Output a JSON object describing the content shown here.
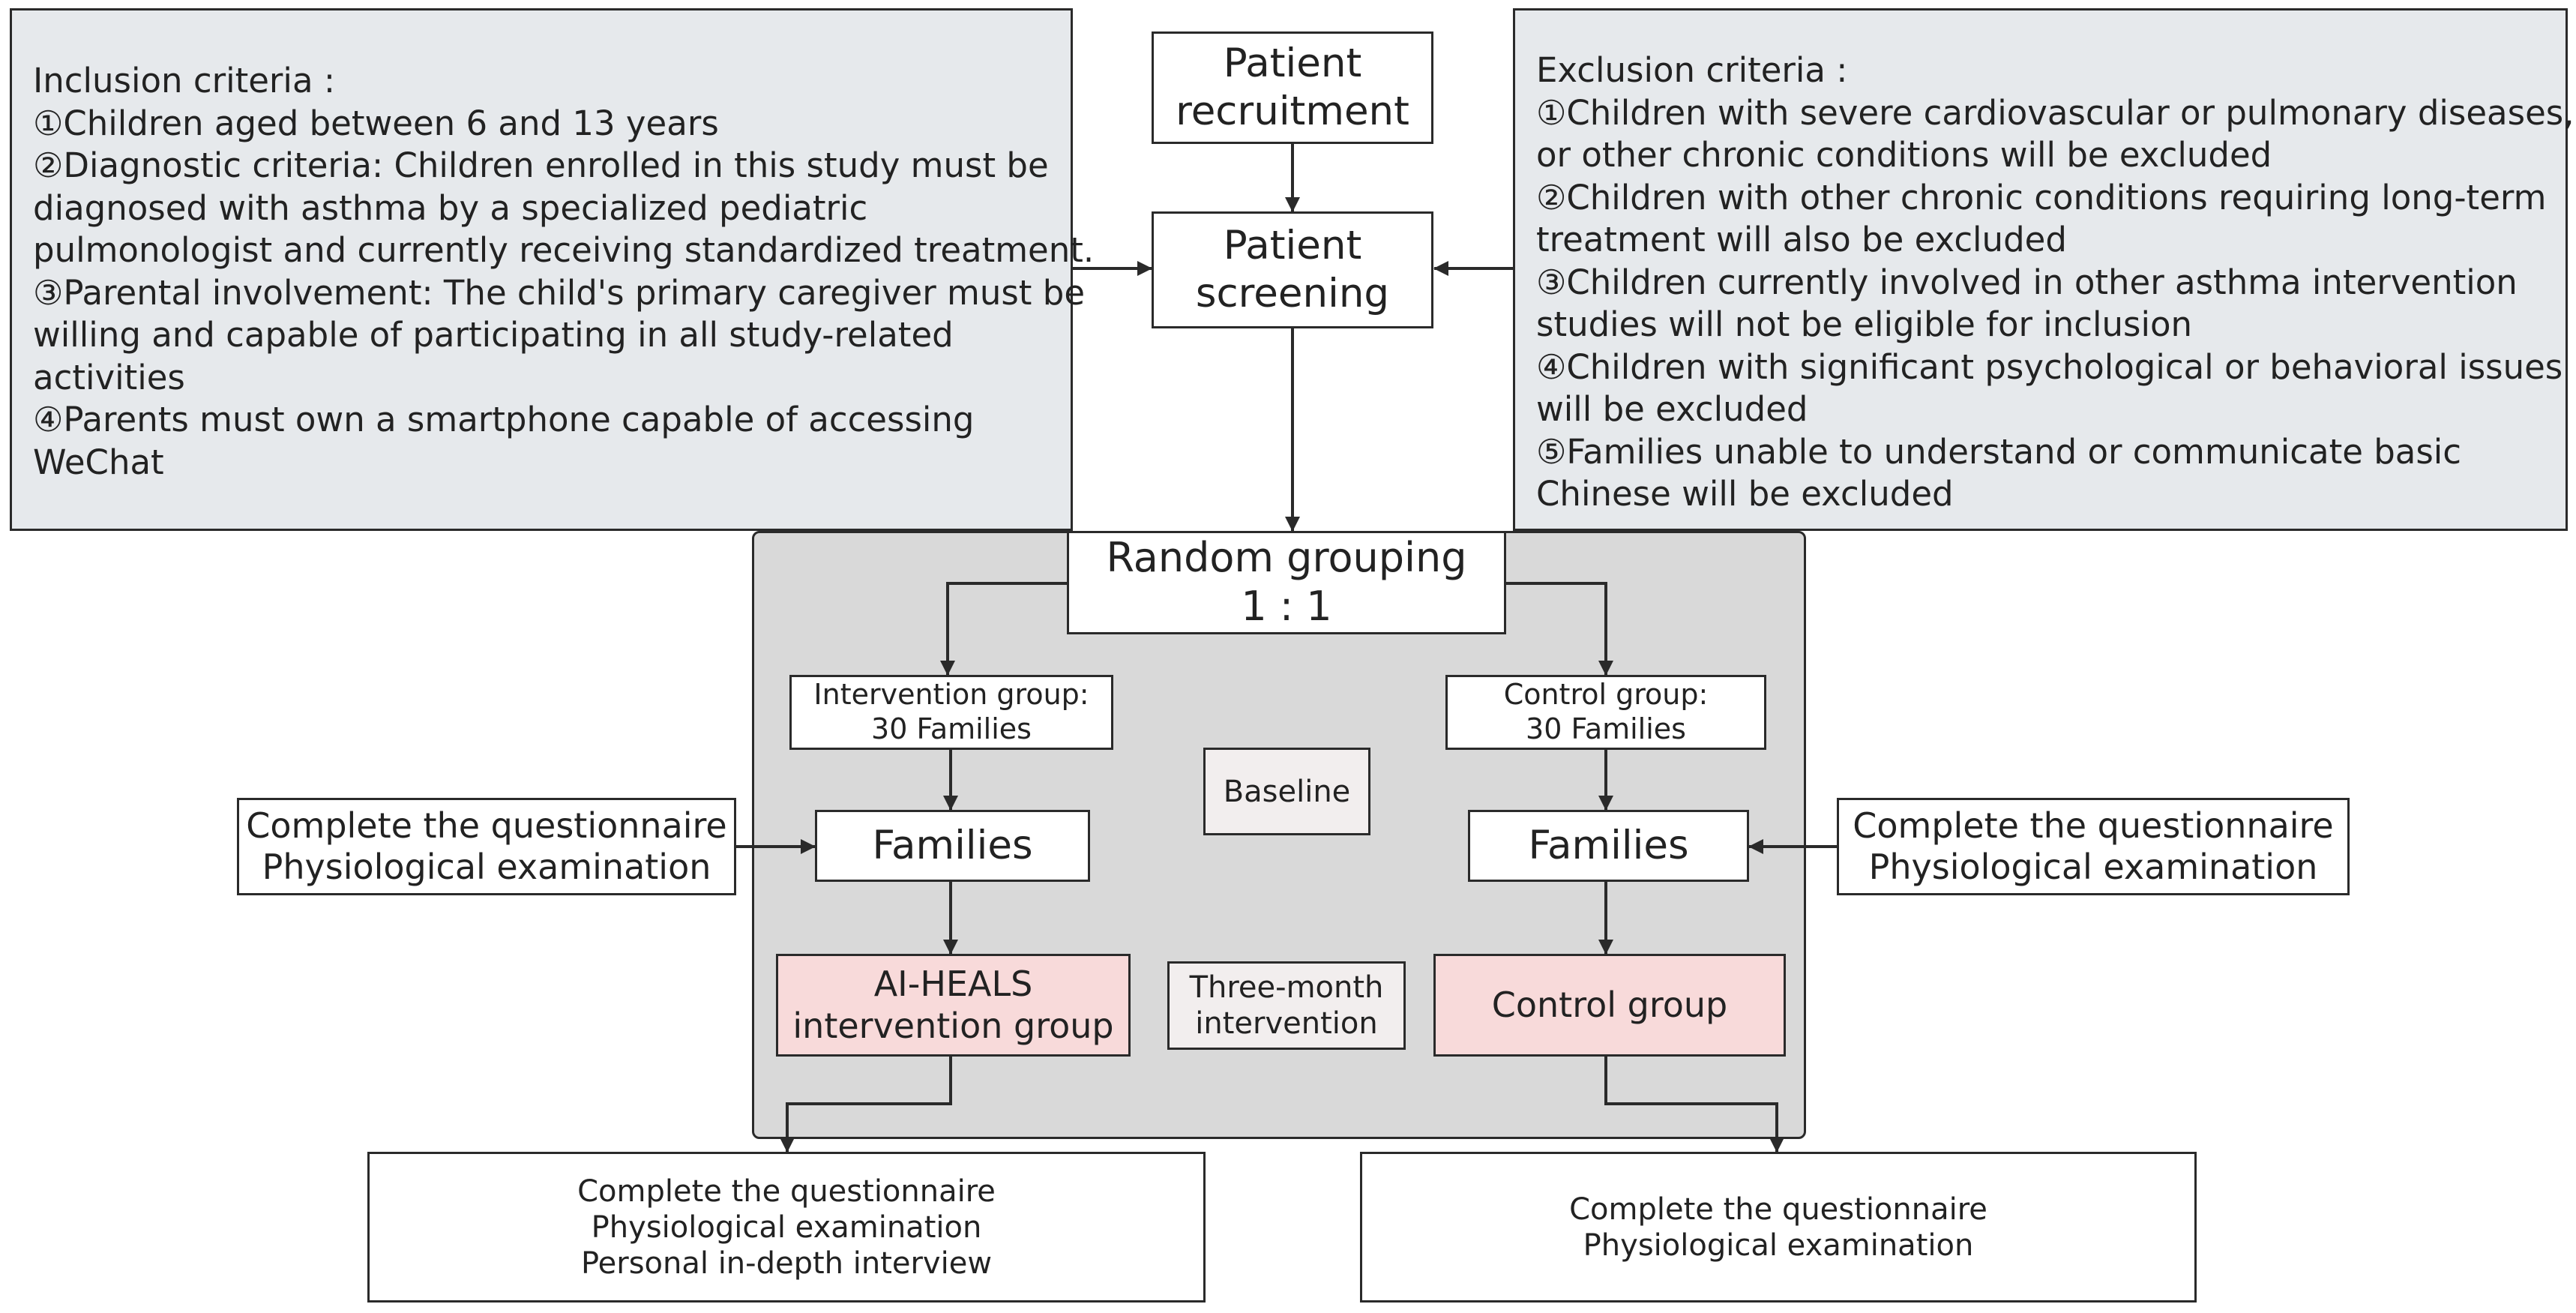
{
  "inclusion": {
    "title": "Inclusion criteria :",
    "lines": [
      "①Children aged between 6 and 13 years",
      "②Diagnostic criteria: Children enrolled in this study must be",
      "diagnosed with asthma by a specialized pediatric",
      "pulmonologist and currently receiving standardized treatment.",
      "③Parental involvement: The child's primary caregiver must be",
      "willing and capable of participating in all study-related",
      "activities",
      "④Parents must own a smartphone capable of accessing",
      "WeChat"
    ]
  },
  "exclusion": {
    "title": "Exclusion criteria :",
    "lines": [
      "①Children with severe cardiovascular or pulmonary diseases,",
      "or other chronic conditions will be excluded",
      "②Children with other chronic conditions requiring long-term",
      "treatment will also be excluded",
      "③Children currently involved in other asthma intervention",
      "studies will not be eligible for inclusion",
      "④Children with significant psychological or behavioral issues",
      "will be excluded",
      "⑤Families unable to understand or communicate basic",
      "Chinese will be excluded"
    ]
  },
  "recruitment": [
    "Patient",
    "recruitment"
  ],
  "screening": [
    "Patient",
    "screening"
  ],
  "random": [
    "Random grouping",
    "1 : 1"
  ],
  "intervention_group": [
    "Intervention group:",
    "30 Families"
  ],
  "control_group": [
    "Control group:",
    "30 Families"
  ],
  "baseline": "Baseline",
  "families_left": "Families",
  "families_right": "Families",
  "q_left": [
    "Complete the questionnaire",
    "Physiological examination"
  ],
  "q_right": [
    "Complete the questionnaire",
    "Physiological examination"
  ],
  "ai_heals": [
    "AI-HEALS",
    "intervention group"
  ],
  "three_month": [
    "Three-month",
    "intervention"
  ],
  "control_box": "Control group",
  "final_left": [
    "Complete the questionnaire",
    "Physiological examination",
    "Personal in-depth interview"
  ],
  "final_right": [
    "Complete the questionnaire",
    "Physiological examination"
  ],
  "colors": {
    "criteria_fill": "#e6e9ec",
    "panel_fill": "#d9d9d9",
    "pink_fill": "#f8dada",
    "line": "#2a2a2a"
  }
}
